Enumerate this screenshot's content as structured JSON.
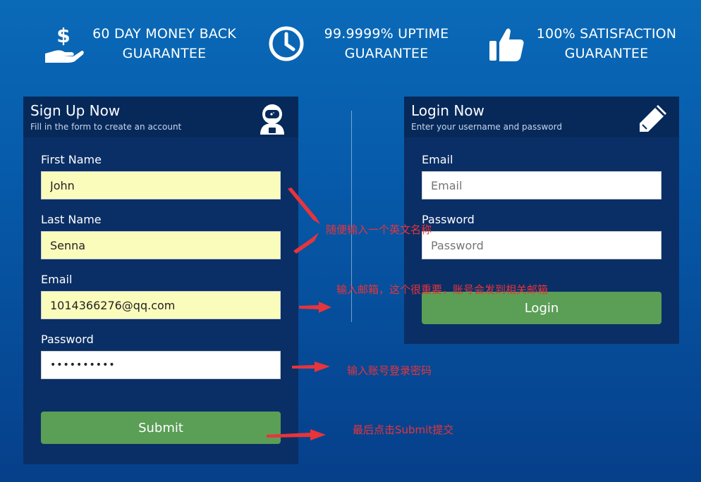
{
  "features": [
    {
      "line1": "60 DAY MONEY BACK",
      "line2": "GUARANTEE",
      "icon": "money-hand-icon"
    },
    {
      "line1": "99.9999% UPTIME",
      "line2": "GUARANTEE",
      "icon": "clock-icon"
    },
    {
      "line1": "100% SATISFACTION",
      "line2": "GUARANTEE",
      "icon": "thumbs-up-icon"
    }
  ],
  "signup": {
    "title": "Sign Up Now",
    "subtitle": "Fill in the form to create an account",
    "icon": "astronaut-icon",
    "first_name_label": "First Name",
    "first_name_value": "John",
    "last_name_label": "Last Name",
    "last_name_value": "Senna",
    "email_label": "Email",
    "email_value": "1014366276@qq.com",
    "password_label": "Password",
    "password_value": "••••••••••",
    "submit_label": "Submit"
  },
  "login": {
    "title": "Login Now",
    "subtitle": "Enter your username and password",
    "icon": "pencil-icon",
    "email_label": "Email",
    "email_placeholder": "Email",
    "password_label": "Password",
    "password_placeholder": "Password",
    "login_label": "Login"
  },
  "annotations": {
    "name": "随便输入一个英文名称",
    "email": "输入邮箱，这个很重要，账号会发到相关邮箱",
    "password": "输入账号登录密码",
    "submit": "最后点击Submit提交"
  },
  "colors": {
    "bg_top": "#0a6ab8",
    "bg_bottom": "#063f8a",
    "panel": "#0a2f66",
    "panel_header": "#06295a",
    "button": "#5b9e56",
    "autofill": "#fafcbc",
    "annotation": "#e8343a"
  }
}
